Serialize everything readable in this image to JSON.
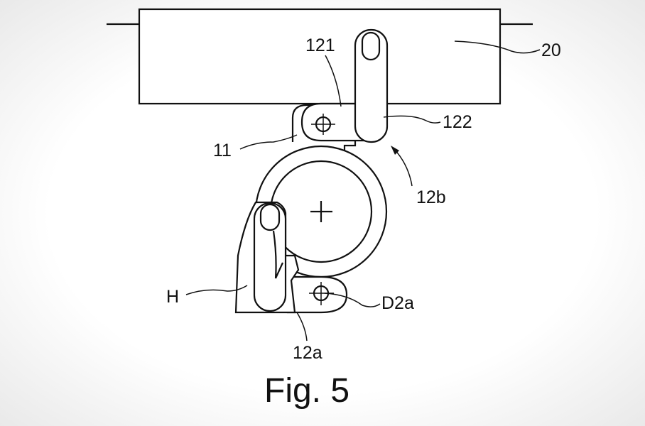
{
  "figure": {
    "caption": "Fig. 5",
    "labels": {
      "housing": "20",
      "plate": "121",
      "lever": "122",
      "ring": "11",
      "upper_assembly": "12b",
      "hand": "H",
      "pivot": "D2a",
      "lower_assembly": "12a"
    }
  }
}
